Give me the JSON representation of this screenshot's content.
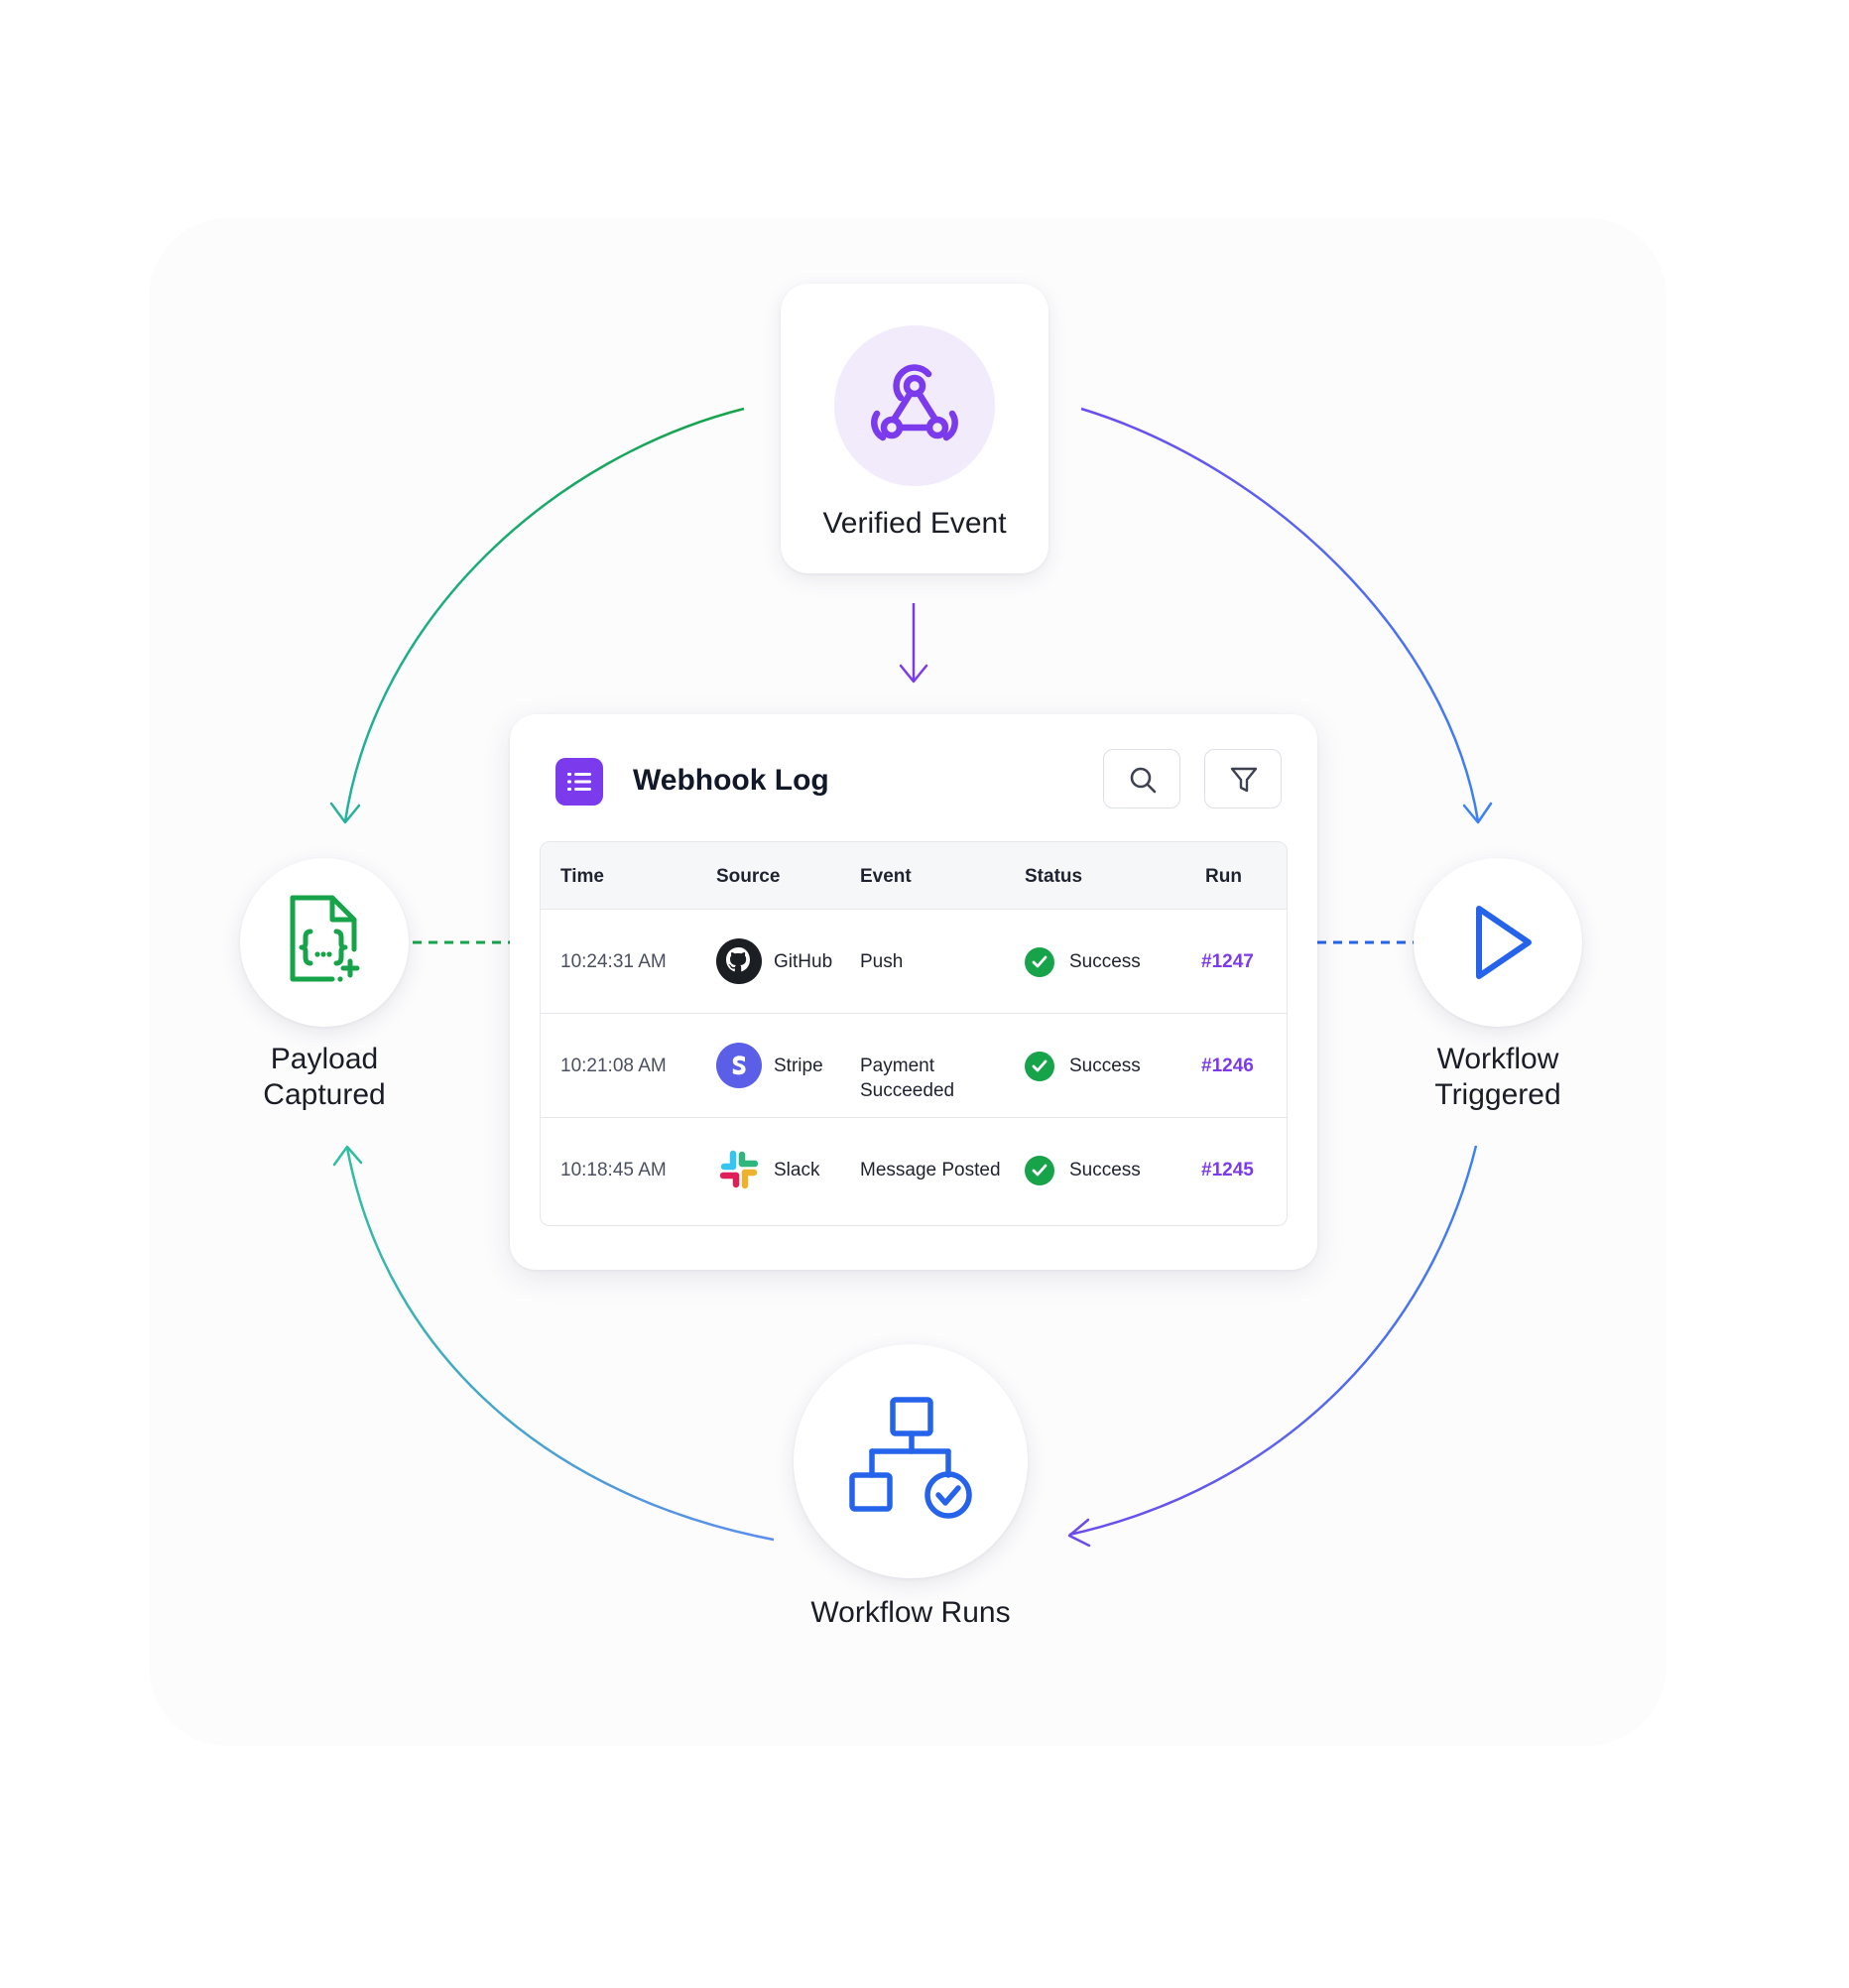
{
  "nodes": {
    "verified_event": "Verified Event",
    "payload_captured": "Payload\nCaptured",
    "workflow_triggered": "Workflow\nTriggered",
    "workflow_runs": "Workflow Runs"
  },
  "log": {
    "title": "Webhook Log",
    "columns": [
      "Time",
      "Source",
      "Event",
      "Status",
      "Run"
    ],
    "rows": [
      {
        "time": "10:24:31 AM",
        "source": "GitHub",
        "source_icon": "github-icon",
        "event": "Push",
        "status": "Success",
        "run": "#1247"
      },
      {
        "time": "10:21:08 AM",
        "source": "Stripe",
        "source_icon": "stripe-icon",
        "event": "Payment\nSucceeded",
        "status": "Success",
        "run": "#1246"
      },
      {
        "time": "10:18:45 AM",
        "source": "Slack",
        "source_icon": "slack-icon",
        "event": "Message Posted",
        "status": "Success",
        "run": "#1245"
      }
    ]
  },
  "colors": {
    "purple": "#7c3aed",
    "green": "#16a34a",
    "blue": "#2563eb",
    "text": "#1a1d26"
  }
}
